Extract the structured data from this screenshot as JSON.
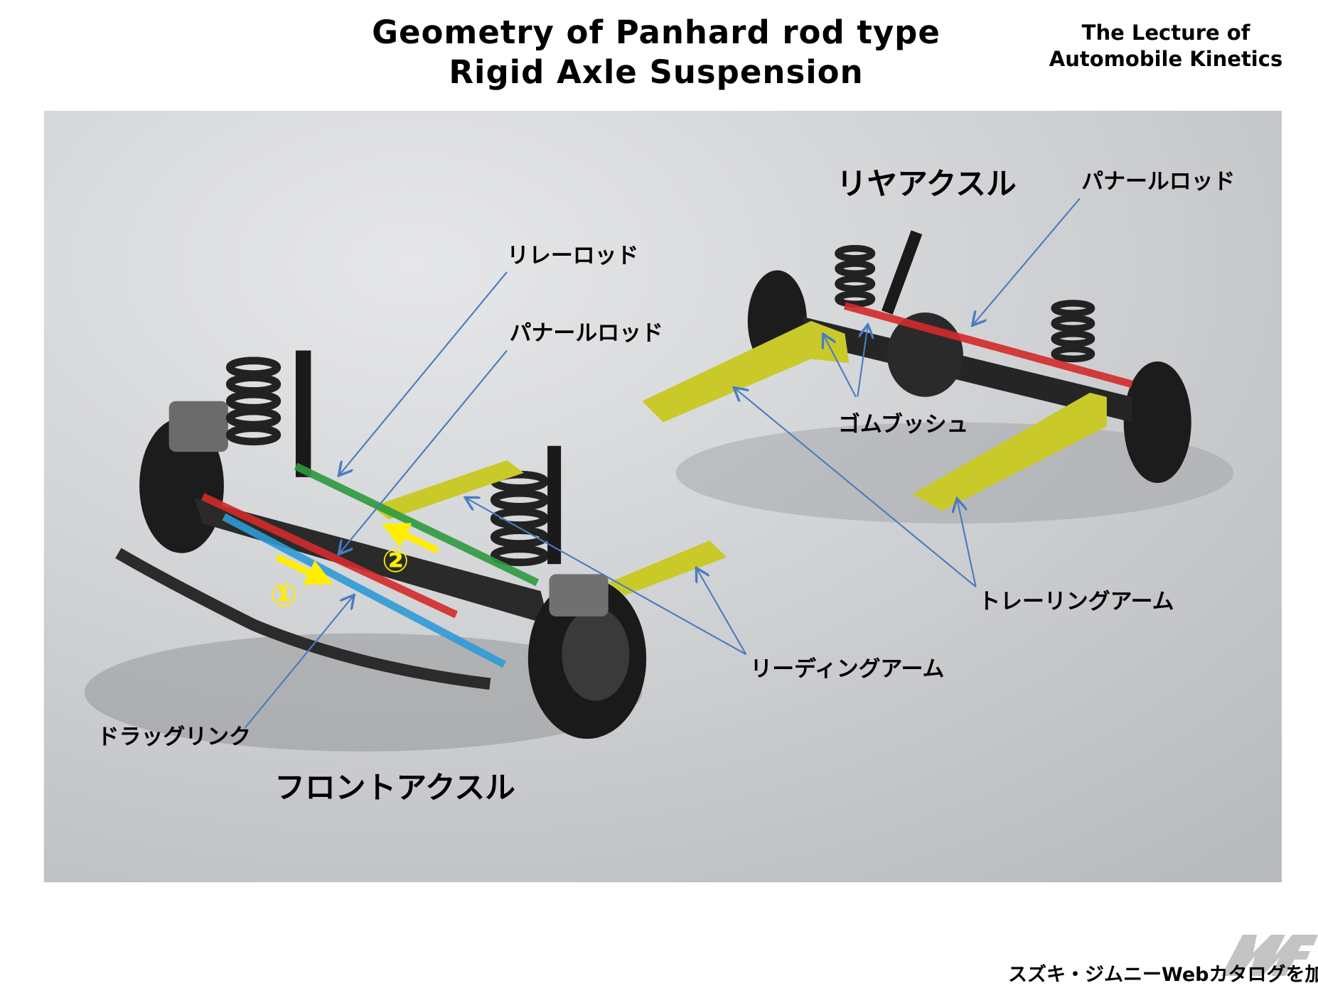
{
  "header": {
    "title_line1": "Geometry of Panhard rod type",
    "title_line2": "Rigid Axle Suspension",
    "lecture_line1": "The Lecture of",
    "lecture_line2": "Automobile Kinetics"
  },
  "diagram": {
    "rear_axle": "リヤアクスル",
    "rear_panhard_rod": "パナールロッド",
    "relay_rod": "リレーロッド",
    "front_panhard_rod": "パナールロッド",
    "rubber_bush": "ゴムブッシュ",
    "trailing_arm": "トレーリングアーム",
    "leading_arm": "リーディングアーム",
    "drag_link": "ドラッグリンク",
    "front_axle": "フロントアクスル",
    "marker_1": "①",
    "marker_2": "②"
  },
  "footer": {
    "credit": "スズキ・ジムニーWebカタログを加工",
    "logo_text": "MF"
  },
  "colors": {
    "panhard_rod": "#d42a2a",
    "drag_link": "#2f9bd6",
    "relay_rod": "#2e9a3e",
    "arms": "#c9c92a",
    "pointer": "#4a7cc0",
    "motion_arrow": "#ffee00"
  }
}
